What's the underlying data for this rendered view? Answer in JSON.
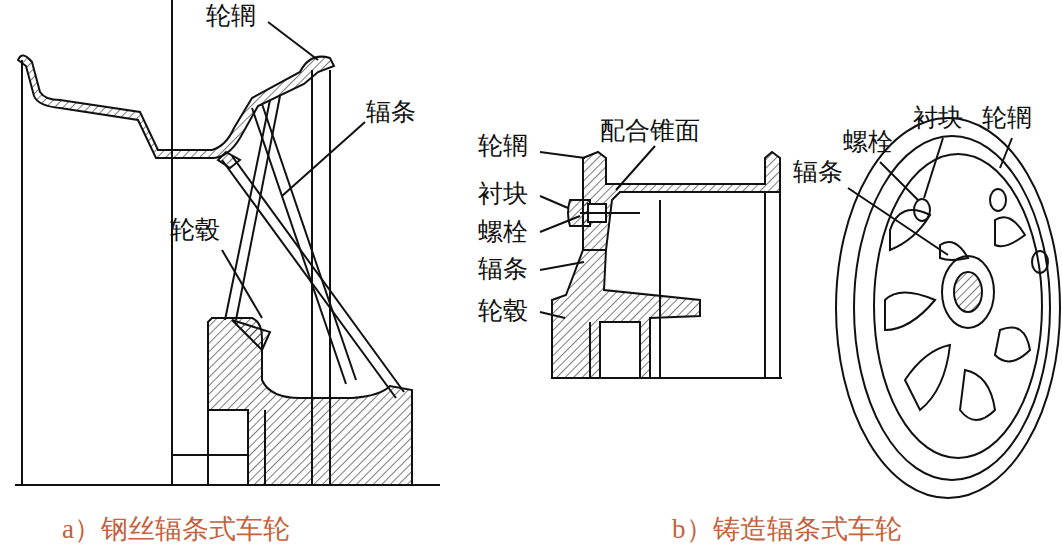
{
  "diagram": {
    "labels": [
      "轮辋",
      "辐条",
      "轮毂",
      "a）钢丝辐条式车轮",
      "轮辋",
      "配合锥面",
      "衬块",
      "螺栓",
      "辐条",
      "轮毂",
      "衬块",
      "轮辋",
      "螺栓",
      "辐条",
      "b）铸造辐条式车轮"
    ]
  }
}
